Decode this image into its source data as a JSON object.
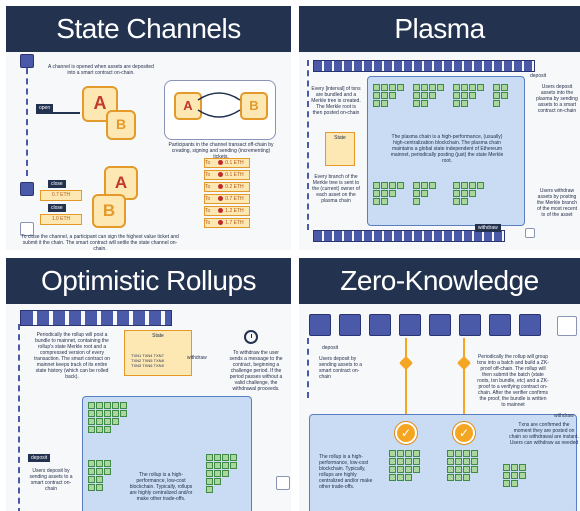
{
  "panels": {
    "state_channels": {
      "title": "State Channels",
      "open_text": "A channel is opened when assets are deposited into a smart contract on-chain.",
      "open_label": "open",
      "party_a": "A",
      "party_b": "B",
      "transact_text": "Participants in the channel transact off-chain by creating, signing and sending (incrementing) tickets.",
      "tickets": [
        {
          "to": "To",
          "amount": "0.1 ETH"
        },
        {
          "to": "To",
          "amount": "0.1 ETH"
        },
        {
          "to": "To",
          "amount": "0.2 ETH"
        },
        {
          "to": "To",
          "amount": "0.7 ETH"
        },
        {
          "to": "To",
          "amount": "1.2 ETH"
        },
        {
          "to": "To",
          "amount": "1.7 ETH"
        }
      ],
      "close_label": "close",
      "close_text": "To close the channel, a participant can sign the highest value ticket and submit it the chain. The smart contract will settle the state channel on-chain.",
      "close_eth_1": "0.7 ETH",
      "close_eth_2": "1.0 ETH"
    },
    "plasma": {
      "title": "Plasma",
      "deposit_label": "deposit",
      "deposit_text": "Users deposit assets into the plasma by sending assets to a smart contract on-chain",
      "merkle_text": "Every [interval] of txns are bundled and a Merkle tree is created. The Merkle root is then posted on-chain",
      "state_label": "State",
      "branch_text": "Every branch of the Merkle tree is sent to the (current) owner of each asset on the plasma chain",
      "chain_text": "The plasma chain is a high-performance, (usually) high-centralization blockchain. The plasma chain maintains a global state independent of Ethereum mainnet, periodically posting (just) the state Merkle root.",
      "withdraw_label": "withdraw",
      "withdraw_text": "Users withdraw assets by posting the Merkle branch of the most recent tx of the asset"
    },
    "optimistic": {
      "title": "Optimistic Rollups",
      "bundle_text": "Periodically the rollup will post a bundle to mainnet, containing the rollup's state Merkle root and a compressed version of every transaction. The smart contract on mainnet keeps track of its entire state history (which can be rolled back).",
      "state_label": "State",
      "txn_grid": [
        "TXN1",
        "TXN4",
        "TXN7",
        "TXN2",
        "TXN5",
        "TXN8",
        "TXN3",
        "TXN6",
        "TXN9"
      ],
      "withdraw_label": "withdraw",
      "withdraw_text": "To withdraw the user sends a message to the contract, beginning a challenge period. If the period passes without a valid challenge, the withdrawal proceeds.",
      "deposit_label": "deposit",
      "deposit_text": "Users deposit by sending assets to a smart contract on-chain",
      "chain_text": "The rollup is a high-performance, low-cost blockchain. Typically, rollups are highly centralized and/or make other trade-offs."
    },
    "zk": {
      "title": "Zero-Knowledge Rollups",
      "deposit_label": "deposit",
      "deposit_text": "Users deposit by sending assets to a smart contract on-chain",
      "proof_text": "Periodically the rollup will group txns into a batch and build a ZK-proof off-chain. The rollup will then submit the batch (state roots, txn bundle, etc) and a ZK-proof to a verifying contract on-chain. After the verifier confirms the proof, the bundle is written to mainnet",
      "withdraw_label": "withdraw",
      "withdraw_text": "Txns are confirmed the moment they are posted on chain so withdrawal are instant. Users can withdraw as needed",
      "chain_text": "The rollup is a high-performance, low-cost blockchain. Typically, rollups are highly centralized and/or make other trade-offs."
    }
  },
  "colors": {
    "header": "#23324f",
    "chain_block": "#4a5aa8",
    "accent_orange": "#f4a623",
    "rollup_bg": "#c9dcf4",
    "tx_green": "#a9d89a"
  }
}
